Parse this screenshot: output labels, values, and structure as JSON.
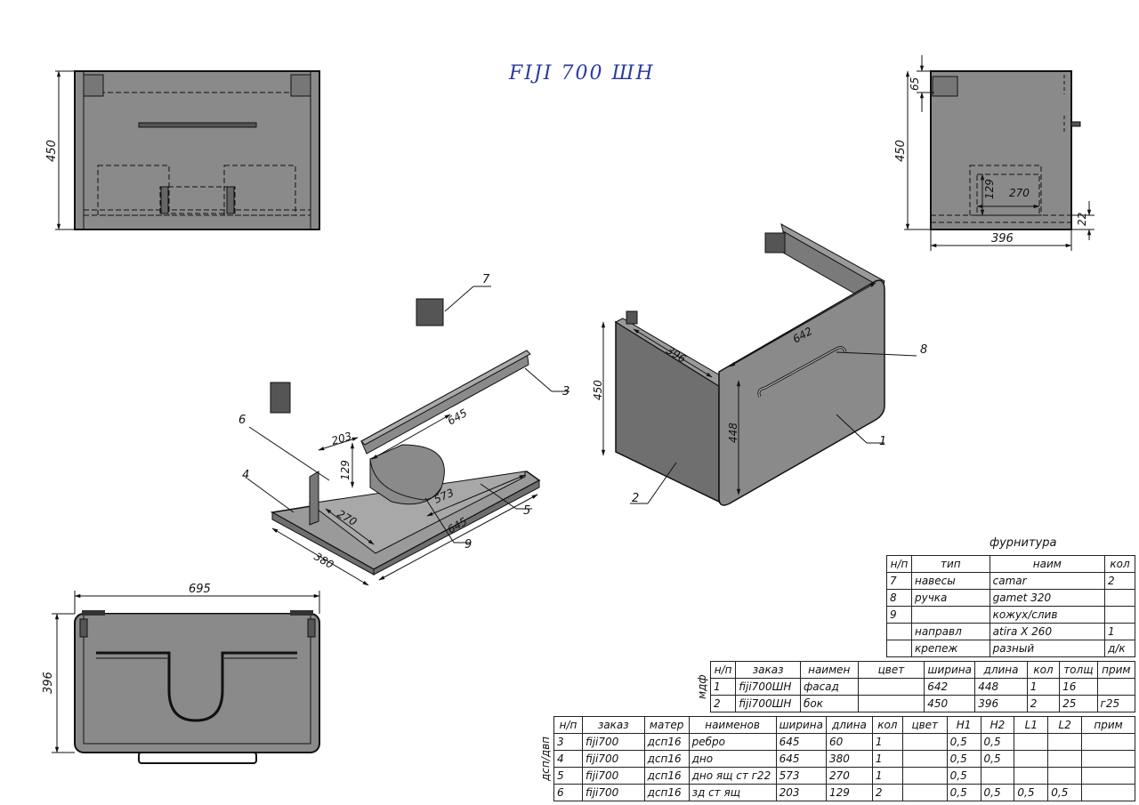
{
  "title": "FIJI 700 ШН",
  "colors": {
    "title": "#2b3a9e",
    "panel": "#8a8a8a",
    "panel_dark": "#6f6f6f",
    "line": "#111111"
  },
  "dimensions": {
    "front_height": "450",
    "side_65": "65",
    "side_height": "450",
    "side_129": "129",
    "side_270": "270",
    "side_22": "22",
    "side_width": "396",
    "iso_396": "396",
    "iso_642": "642",
    "iso_450": "450",
    "iso_448": "448",
    "drawer_645_top": "645",
    "drawer_203": "203",
    "drawer_129": "129",
    "drawer_270": "270",
    "drawer_573": "573",
    "drawer_645_bottom": "645",
    "drawer_380": "380",
    "plan_width": "695",
    "plan_depth": "396"
  },
  "callouts": {
    "c1": "1",
    "c2": "2",
    "c3": "3",
    "c4": "4",
    "c5": "5",
    "c6": "6",
    "c7": "7",
    "c8": "8",
    "c9": "9"
  },
  "hardware": {
    "caption": "фурнитура",
    "headers": [
      "н/п",
      "тип",
      "наим",
      "кол"
    ],
    "rows": [
      [
        "7",
        "навесы",
        "camar",
        "2"
      ],
      [
        "8",
        "ручка",
        "gamet 320",
        ""
      ],
      [
        "9",
        "",
        "кожух/слив",
        ""
      ],
      [
        "",
        "направл",
        "atira X 260",
        "1"
      ],
      [
        "",
        "крепеж",
        "разный",
        "д/к"
      ]
    ]
  },
  "mdf": {
    "side_label": "мдф",
    "headers": [
      "н/п",
      "заказ",
      "наимен",
      "цвет",
      "ширина",
      "длина",
      "кол",
      "толщ",
      "прим"
    ],
    "rows": [
      [
        "1",
        "fiji700ШН",
        "фасад",
        "",
        "642",
        "448",
        "1",
        "16",
        ""
      ],
      [
        "2",
        "fiji700ШН",
        "бок",
        "",
        "450",
        "396",
        "2",
        "25",
        "г25"
      ]
    ]
  },
  "chipboard": {
    "side_label": "дсп/двп",
    "headers": [
      "н/п",
      "заказ",
      "матер",
      "наименов",
      "ширина",
      "длина",
      "кол",
      "цвет",
      "H1",
      "H2",
      "L1",
      "L2",
      "прим"
    ],
    "rows": [
      [
        "3",
        "fiji700",
        "дсп16",
        "ребро",
        "645",
        "60",
        "1",
        "",
        "0,5",
        "0,5",
        "",
        "",
        ""
      ],
      [
        "4",
        "fiji700",
        "дсп16",
        "дно",
        "645",
        "380",
        "1",
        "",
        "0,5",
        "0,5",
        "",
        "",
        ""
      ],
      [
        "5",
        "fiji700",
        "дсп16",
        "дно ящ ст г22",
        "573",
        "270",
        "1",
        "",
        "0,5",
        "",
        "",
        "",
        ""
      ],
      [
        "6",
        "fiji700",
        "дсп16",
        "зд ст ящ",
        "203",
        "129",
        "2",
        "",
        "0,5",
        "0,5",
        "0,5",
        "0,5",
        ""
      ]
    ]
  }
}
